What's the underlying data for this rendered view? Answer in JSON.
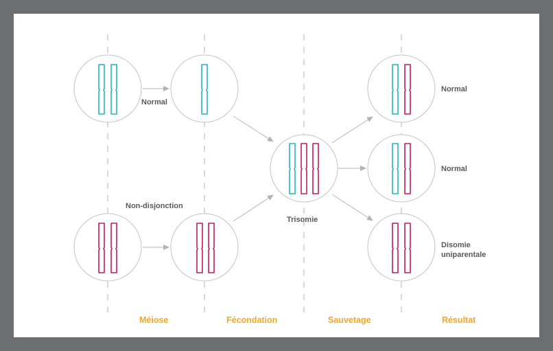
{
  "diagram": {
    "stages": [
      {
        "id": "meiose",
        "label": "Méiose"
      },
      {
        "id": "fecondation",
        "label": "Fécondation"
      },
      {
        "id": "sauvetage",
        "label": "Sauvetage"
      },
      {
        "id": "resultat",
        "label": "Résultat"
      }
    ],
    "labels": {
      "normal_top": "Normal",
      "non_disjonction": "Non-disjonction",
      "trisomie": "Trisomie",
      "result_normal_1": "Normal",
      "result_normal_2": "Normal",
      "result_disomie_line1": "Disomie",
      "result_disomie_line2": "uniparentale"
    },
    "colors": {
      "maternal_chromosome": "#1fb5c0",
      "paternal_chromosome": "#c2185b",
      "stage_label": "#f5a623",
      "arrow": "#b3b3b3",
      "frame": "#6d6e71"
    }
  }
}
